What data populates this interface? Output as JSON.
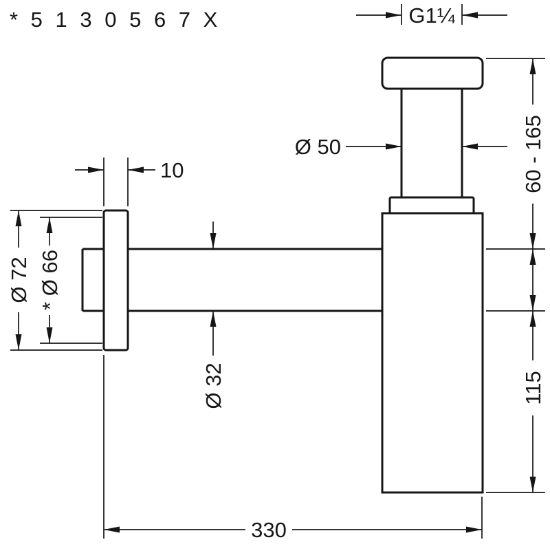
{
  "page": {
    "background": "#ffffff",
    "line_color": "#161616"
  },
  "drawing": {
    "part_number": "* 5 1 3 0 5 6 7 X",
    "labels": {
      "thread_size": "G1¼",
      "riser_diameter": "Ø 50",
      "flange_thickness": "10",
      "flange_outer_diameter": "Ø 72",
      "flange_inner_diameter": "* Ø 66",
      "pipe_diameter": "Ø 32",
      "adjustable_height_range": "60 - 165",
      "body_height": "115",
      "projection": "330"
    }
  }
}
